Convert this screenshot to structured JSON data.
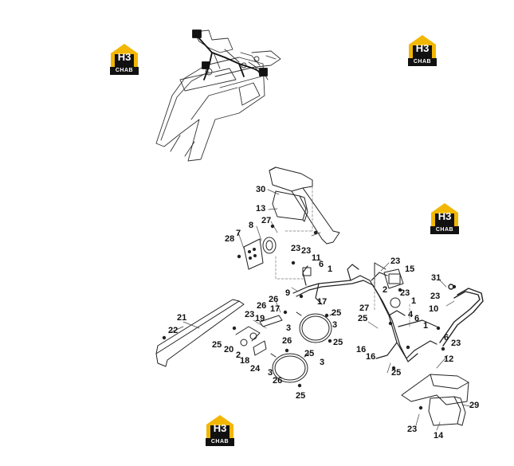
{
  "watermark": {
    "mark": "H3",
    "text": "CHAB",
    "color_yellow": "#F2B705",
    "color_dark": "#111111"
  },
  "callouts": [
    {
      "id": "c30",
      "label": "30"
    },
    {
      "id": "c13",
      "label": "13"
    },
    {
      "id": "c27a",
      "label": "27"
    },
    {
      "id": "c8",
      "label": "8"
    },
    {
      "id": "c7",
      "label": "7"
    },
    {
      "id": "c28",
      "label": "28"
    },
    {
      "id": "c23a",
      "label": "23"
    },
    {
      "id": "c23b",
      "label": "23"
    },
    {
      "id": "c11",
      "label": "11"
    },
    {
      "id": "c6a",
      "label": "6"
    },
    {
      "id": "c1a",
      "label": "1"
    },
    {
      "id": "c9",
      "label": "9"
    },
    {
      "id": "c26a",
      "label": "26"
    },
    {
      "id": "c26b",
      "label": "26"
    },
    {
      "id": "c17a",
      "label": "17"
    },
    {
      "id": "c17b",
      "label": "17"
    },
    {
      "id": "c25a",
      "label": "25"
    },
    {
      "id": "c23c",
      "label": "23"
    },
    {
      "id": "c19",
      "label": "19"
    },
    {
      "id": "c21",
      "label": "21"
    },
    {
      "id": "c22",
      "label": "22"
    },
    {
      "id": "c25b",
      "label": "25"
    },
    {
      "id": "c20",
      "label": "20"
    },
    {
      "id": "c2a",
      "label": "2"
    },
    {
      "id": "c18",
      "label": "18"
    },
    {
      "id": "c24",
      "label": "24"
    },
    {
      "id": "c3a",
      "label": "3"
    },
    {
      "id": "c3b",
      "label": "3"
    },
    {
      "id": "c26c",
      "label": "26"
    },
    {
      "id": "c25c",
      "label": "25"
    },
    {
      "id": "c25d",
      "label": "25"
    },
    {
      "id": "c3c",
      "label": "3"
    },
    {
      "id": "c3d",
      "label": "3"
    },
    {
      "id": "c26d",
      "label": "26"
    },
    {
      "id": "c25e",
      "label": "25"
    },
    {
      "id": "c23d",
      "label": "23"
    },
    {
      "id": "c15",
      "label": "15"
    },
    {
      "id": "c2b",
      "label": "2"
    },
    {
      "id": "c23e",
      "label": "23"
    },
    {
      "id": "c1b",
      "label": "1"
    },
    {
      "id": "c27b",
      "label": "27"
    },
    {
      "id": "c25f",
      "label": "25"
    },
    {
      "id": "c4",
      "label": "4"
    },
    {
      "id": "c6b",
      "label": "6"
    },
    {
      "id": "c1c",
      "label": "1"
    },
    {
      "id": "c16a",
      "label": "16"
    },
    {
      "id": "c16b",
      "label": "16"
    },
    {
      "id": "c25g",
      "label": "25"
    },
    {
      "id": "c31",
      "label": "31"
    },
    {
      "id": "c23f",
      "label": "23"
    },
    {
      "id": "c10",
      "label": "10"
    },
    {
      "id": "c6c",
      "label": "6"
    },
    {
      "id": "c23g",
      "label": "23"
    },
    {
      "id": "c12",
      "label": "12"
    },
    {
      "id": "c29",
      "label": "29"
    },
    {
      "id": "c23h",
      "label": "23"
    },
    {
      "id": "c14",
      "label": "14"
    }
  ]
}
